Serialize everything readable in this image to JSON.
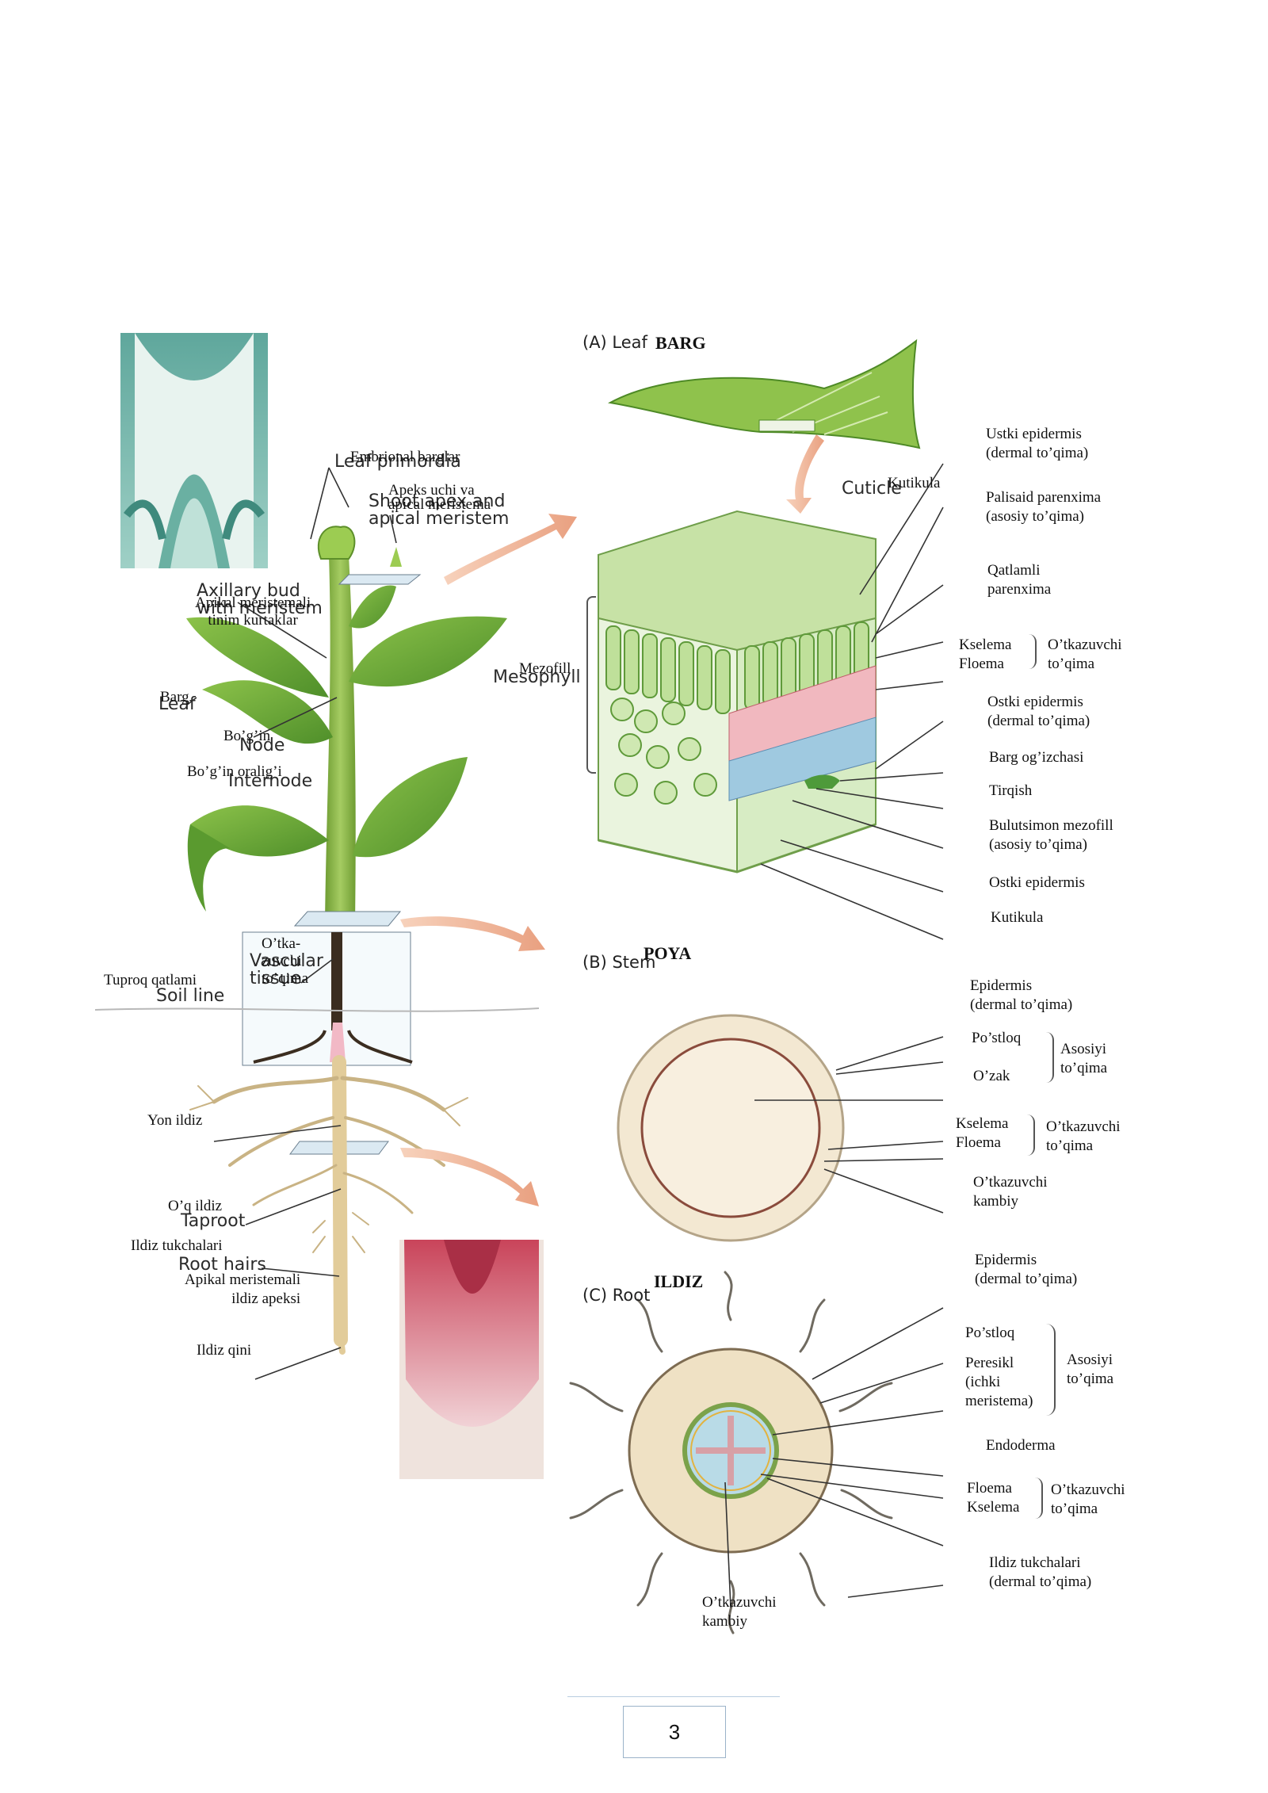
{
  "plant": {
    "embrional_barglar": "Embrional barglar",
    "leaf_primordia": "Leaf primordia",
    "apeks_uchi": "Apeks uchi va\napical meristema",
    "shoot_apex": "Shoot apex and\napical meristem",
    "axillary_bud": "Axillary bud\nwith meristem",
    "apikal_tinim": "Apikal meristemali\ntinim kurtaklar",
    "barg": "Barg",
    "leaf": "Leaf",
    "bogin": "Bo’g’in",
    "node": "Node",
    "bogin_oraligi": "Bo’g’in oralig’i",
    "internode": "Internode",
    "otkazuvchi_toqima": "O’tka-\nzuvchi\nto’qima",
    "vascular_tissue": "Vascular\ntissue",
    "tuproq_qatlami": "Tuproq qatlami",
    "soil_line": "Soil line",
    "yon_ildiz": "Yon ildiz",
    "oq_ildiz": "O’q ildiz",
    "taproot": "Taproot",
    "ildiz_tukchalari": "Ildiz tukchalari",
    "root_hairs": "Root hairs",
    "apikal_ildiz": "Apikal meristemali\nildiz apeksi",
    "ildiz_qini": "Ildiz qini"
  },
  "leaf_panel": {
    "header": "(A)  Leaf",
    "title_uz": "BARG",
    "cuticle": "Cuticle",
    "kutikula": "Kutikula",
    "mesophyll": "Mesophyll",
    "mezofill": "Mezofill",
    "labels": [
      "Ustki epidermis\n(dermal to’qima)",
      "Palisaid parenxima\n(asosiy to’qima)",
      "Qatlamli\nparenxima",
      "Kselema\nFloema",
      "O’tkazuvchi\nto’qima",
      "Ostki epidermis\n(dermal to’qima)",
      "Barg og’izchasi",
      "Tirqish",
      "Bulutsimon mezofill\n(asosiy to’qima)",
      "Ostki epidermis",
      "Kutikula"
    ]
  },
  "stem_panel": {
    "header": "(B)  Stem",
    "title_uz": "POYA",
    "labels": [
      "Epidermis\n(dermal to’qima)",
      "Po’stloq",
      "O’zak",
      "Asosiyi\nto’qima",
      "Kselema\nFloema",
      "O’tkazuvchi\nto’qima",
      "O’tkazuvchi\nkambiy"
    ]
  },
  "root_panel": {
    "header": "(C)  Root",
    "title_uz": "ILDIZ",
    "labels": [
      "Epidermis\n(dermal to’qima)",
      "Po’stloq",
      "Peresikl\n(ichki\nmeristema)",
      "Asosiyi\nto’qima",
      "Endoderma",
      "Floema\nKselema",
      "O’tkazuvchi\nto’qima",
      "Ildiz tukchalari\n(dermal to’qima)",
      "O’tkazuvchi\nkambiy"
    ]
  },
  "page_number": "3"
}
